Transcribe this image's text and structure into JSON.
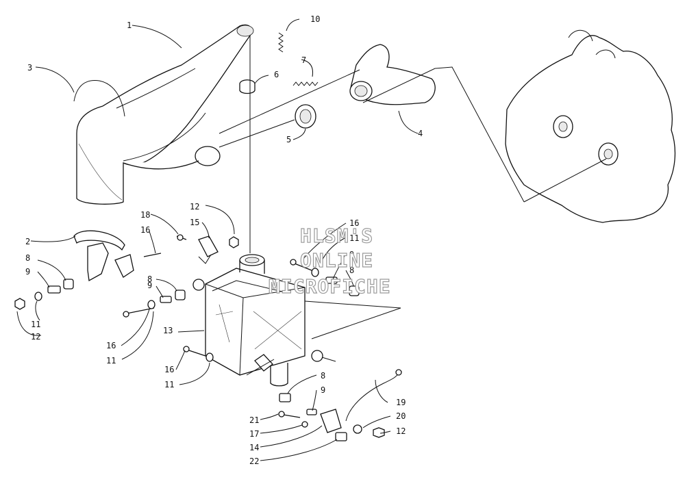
{
  "watermark": [
    "HLSM'S",
    "ONLINE",
    "MICROFICHE"
  ],
  "callouts": [
    "1",
    "2",
    "3",
    "4",
    "5",
    "6",
    "7",
    "8",
    "9",
    "10",
    "11",
    "12",
    "13",
    "14",
    "15",
    "16",
    "17",
    "18",
    "19",
    "20",
    "21",
    "22"
  ],
  "callout_labels": {
    "c1": "1",
    "c2": "2",
    "c3": "3",
    "c4": "4",
    "c5": "5",
    "c6": "6",
    "c7": "7",
    "c8a": "8",
    "c8b": "8",
    "c8c": "8",
    "c8d": "8",
    "c9a": "9",
    "c9b": "9",
    "c9c": "9",
    "c9d": "9",
    "c10": "10",
    "c11a": "11",
    "c11b": "11",
    "c11c": "11",
    "c11d": "11",
    "c12a": "12",
    "c12b": "12",
    "c12c": "12",
    "c13": "13",
    "c14": "14",
    "c15": "15",
    "c16a": "16",
    "c16b": "16",
    "c16c": "16",
    "c16d": "16",
    "c17": "17",
    "c18": "18",
    "c19": "19",
    "c20": "20",
    "c21": "21",
    "c22": "22"
  }
}
